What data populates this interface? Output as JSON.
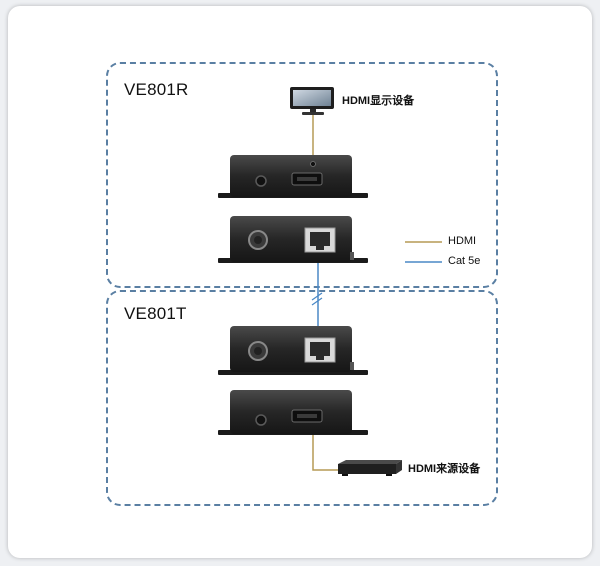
{
  "groups": {
    "receiver": {
      "label": "VE801R"
    },
    "transmitter": {
      "label": "VE801T"
    }
  },
  "devices": {
    "display": {
      "label": "HDMI显示设备",
      "icon": "monitor-icon"
    },
    "source": {
      "label": "HDMI来源设备",
      "icon": "source-box-icon"
    }
  },
  "legend": [
    {
      "label": "HDMI",
      "color": "#b59a55"
    },
    {
      "label": "Cat 5e",
      "color": "#4a88c6"
    }
  ],
  "colors": {
    "dashed_border": "#5a7fa3",
    "unit_body": "#2b2b2b",
    "hdmi_cable": "#b59a55",
    "cat5_cable": "#4a88c6"
  }
}
